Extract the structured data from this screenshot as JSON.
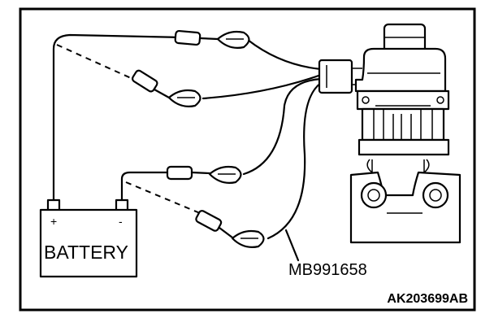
{
  "battery": {
    "label": "BATTERY",
    "plus": "+",
    "minus": "-"
  },
  "tool_label": "MB991658",
  "figure_code": "AK203699AB"
}
